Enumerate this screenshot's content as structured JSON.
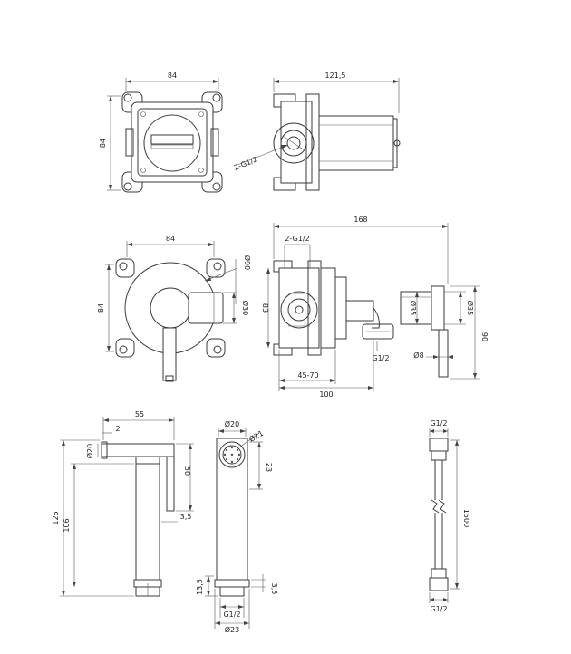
{
  "view1": {
    "width": "84",
    "height": "84"
  },
  "view2": {
    "length": "121,5",
    "thread": "2-G1/2"
  },
  "view3": {
    "width": "84",
    "height": "84",
    "plate_dia": "Ø90",
    "lever_dia": "Ø30"
  },
  "view4": {
    "length": "168",
    "thread": "2-G1/2",
    "depth": "83",
    "dia35a": "Ø35",
    "dia35b": "Ø35",
    "height": "90",
    "outlet": "G1/2",
    "dia8": "Ø8",
    "range": "45-70",
    "total": "100"
  },
  "view5": {
    "width": "55",
    "offset": "2",
    "dia": "Ø20",
    "height1": "50",
    "wall": "3,5",
    "total": "126",
    "body": "106"
  },
  "view6": {
    "top_dia": "Ø20",
    "head_dia": "Ø21",
    "head_h": "23",
    "base_h": "13,5",
    "flange": "3,5",
    "thread": "G1/2",
    "base_dia": "Ø23"
  },
  "view7": {
    "top_thread": "G1/2",
    "length": "1500",
    "bottom_thread": "G1/2"
  }
}
